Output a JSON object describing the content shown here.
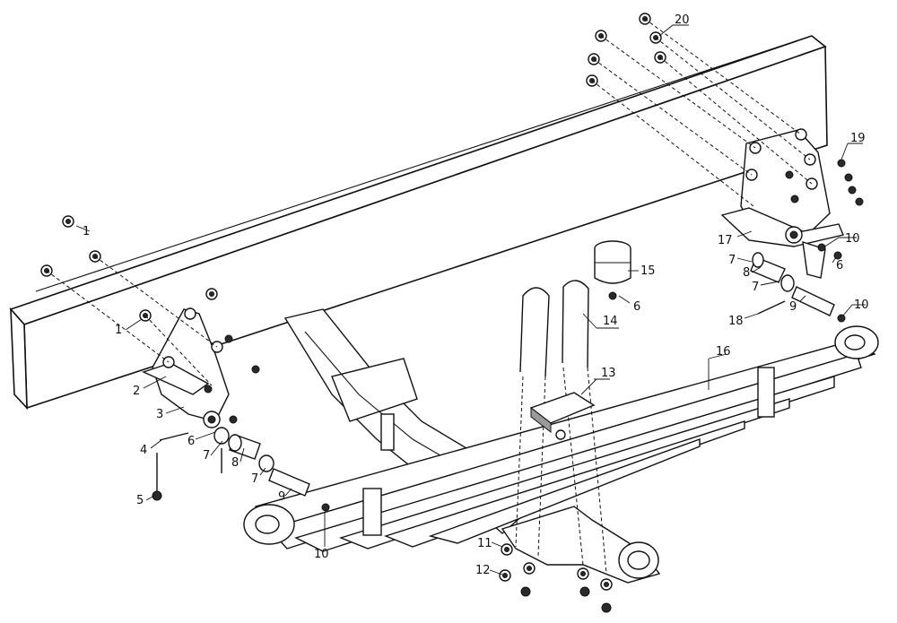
{
  "callouts": {
    "c1a": "1",
    "c1b": "1",
    "c2": "2",
    "c3": "3",
    "c4": "4",
    "c5": "5",
    "c6a": "6",
    "c6b": "6",
    "c6c": "6",
    "c7a": "7",
    "c7b": "7",
    "c7c": "7",
    "c7d": "7",
    "c8a": "8",
    "c8b": "8",
    "c9a": "9",
    "c9b": "9",
    "c10a": "10",
    "c10b": "10",
    "c10c": "10",
    "c11": "11",
    "c12": "12",
    "c13": "13",
    "c14": "14",
    "c15": "15",
    "c16": "16",
    "c17": "17",
    "c18": "18",
    "c19": "19",
    "c20": "20"
  },
  "colors": {
    "line": "#111111",
    "background": "#ffffff"
  }
}
